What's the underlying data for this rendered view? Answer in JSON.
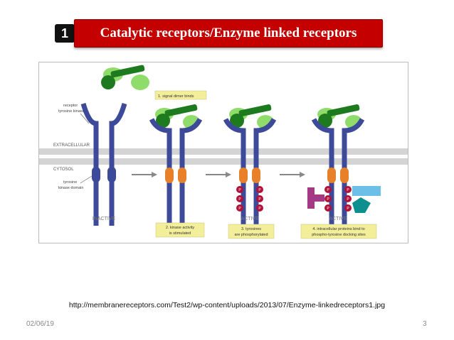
{
  "slide": {
    "badge_number": "1",
    "title": "Catalytic receptors/Enzyme linked receptors",
    "source_url": "http://membranereceptors.com/Test2/wp-content/uploads/2013/07/Enzyme-linkedreceptors1.jpg",
    "date": "02/06/19",
    "page_number": "3"
  },
  "diagram": {
    "labels": {
      "receptor_tyrosine_kinase": [
        "receptor",
        "tyrosine kinase"
      ],
      "extracellular": "EXTRACELLULAR",
      "cytosol": "CYTOSOL",
      "tyrosine_kinase_domain": [
        "tyrosine",
        "kinase domain"
      ],
      "phospho": "P"
    },
    "stages": [
      {
        "state": "INACTIVE",
        "top_note": [],
        "bottom_note": []
      },
      {
        "state": "",
        "top_note": [
          "1. signal dimer binds"
        ],
        "bottom_note": [
          "2. kinase activity",
          "is stimulated"
        ]
      },
      {
        "state": "ACTIVE",
        "top_note": [],
        "bottom_note": [
          "3. tyrosines",
          "are phosphorylated"
        ]
      },
      {
        "state": "ACTIVE",
        "top_note": [],
        "bottom_note": [
          "4. intracellular proteins bind to",
          "phospho-tyrosine docking sites"
        ]
      }
    ],
    "colors": {
      "receptor": "#3d4a99",
      "kinase_inactive": "#3d4a99",
      "kinase_active": "#e8802a",
      "ligand_dark": "#1e7a1e",
      "ligand_light": "#8fdc6a",
      "membrane": "#d4d4d4",
      "phosphate": "#b0123a",
      "note_bg": "#f3ee9a",
      "docking_magenta": "#a43a86",
      "docking_blue": "#6cc0e8",
      "docking_teal": "#0e8f8f"
    }
  }
}
